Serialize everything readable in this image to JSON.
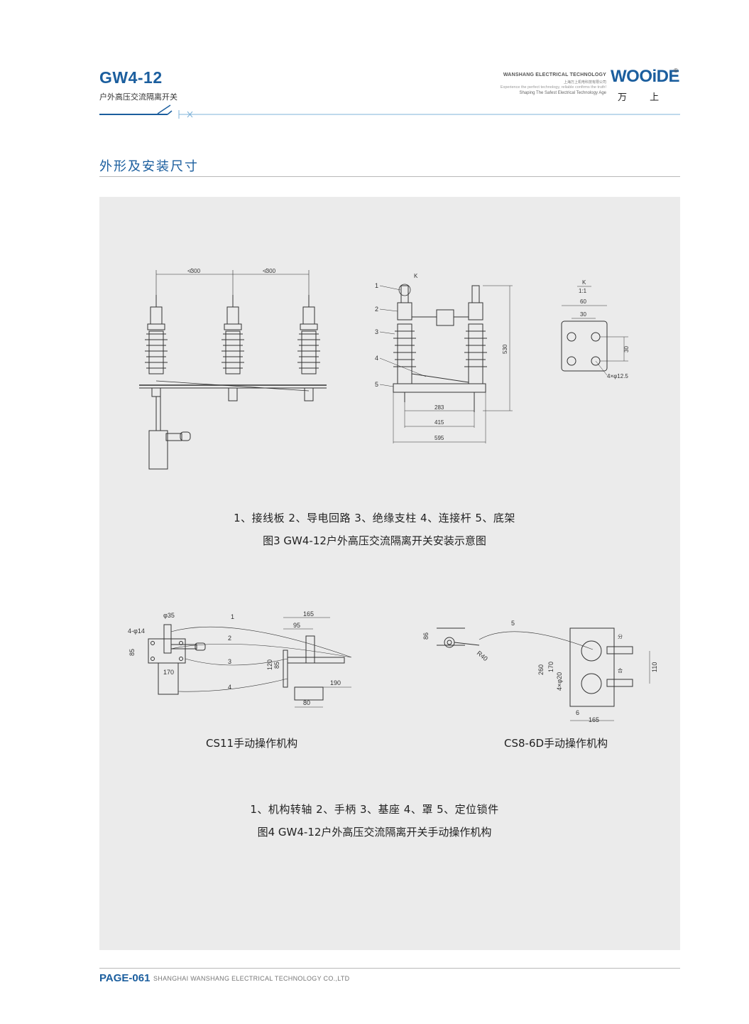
{
  "header": {
    "model": "GW4-12",
    "subtitle": "户外高压交流隔离开关",
    "brand_en": "WANSHANG ELECTRICAL TECHNOLOGY",
    "brand_cn_small": "上海万上机电科技有限公司",
    "slogan_line1": "Experience the perfect technology, reliable confirms the truth!",
    "slogan_line2": "Shaping The Safest Electrical Technology Age",
    "logo": "WOOiDE",
    "logo_mark": "®",
    "logo_cn": "万 上"
  },
  "section": {
    "title": "外形及安装尺寸"
  },
  "figure3": {
    "legend": "1、接线板   2、导电回路   3、绝缘支柱   4、连接杆   5、底架",
    "caption": "图3  GW4-12户外高压交流隔离开关安装示意图",
    "dims": {
      "spacing_left": "≮300",
      "spacing_right": "≮300",
      "height": "530",
      "d283": "283",
      "d415": "415",
      "d595": "595",
      "detail_label": "K",
      "detail_scale": "1:1",
      "d60": "60",
      "d30a": "30",
      "d30b": "30",
      "holes": "4×φ12.5",
      "callouts": [
        "1",
        "2",
        "3",
        "4",
        "5"
      ]
    }
  },
  "figure4": {
    "cs11_label": "CS11手动操作机构",
    "cs8_label": "CS8-6D手动操作机构",
    "legend": "1、机构转轴   2、手柄   3、基座   4、罩   5、定位锁件",
    "caption": "图4  GW4-12户外高压交流隔离开关手动操作机构",
    "cs11_dims": {
      "d35": "φ35",
      "holes": "4-φ14",
      "d85a": "85",
      "d170": "170",
      "d165": "165",
      "d95": "95",
      "d120": "120",
      "d85b": "85",
      "d190": "190",
      "d80": "80",
      "callouts": [
        "1",
        "2",
        "3",
        "4"
      ]
    },
    "cs8_dims": {
      "d86": "86",
      "r40": "R40",
      "callout": "5",
      "d260": "260",
      "d170": "170",
      "holes": "4×φ20",
      "d110": "110",
      "d6": "6",
      "d165": "165",
      "mark_open": "分",
      "mark_close": "合"
    }
  },
  "footer": {
    "page": "PAGE-061",
    "company": "SHANGHAI WANSHANG ELECTRICAL TECHNOLOGY CO.,LTD"
  }
}
